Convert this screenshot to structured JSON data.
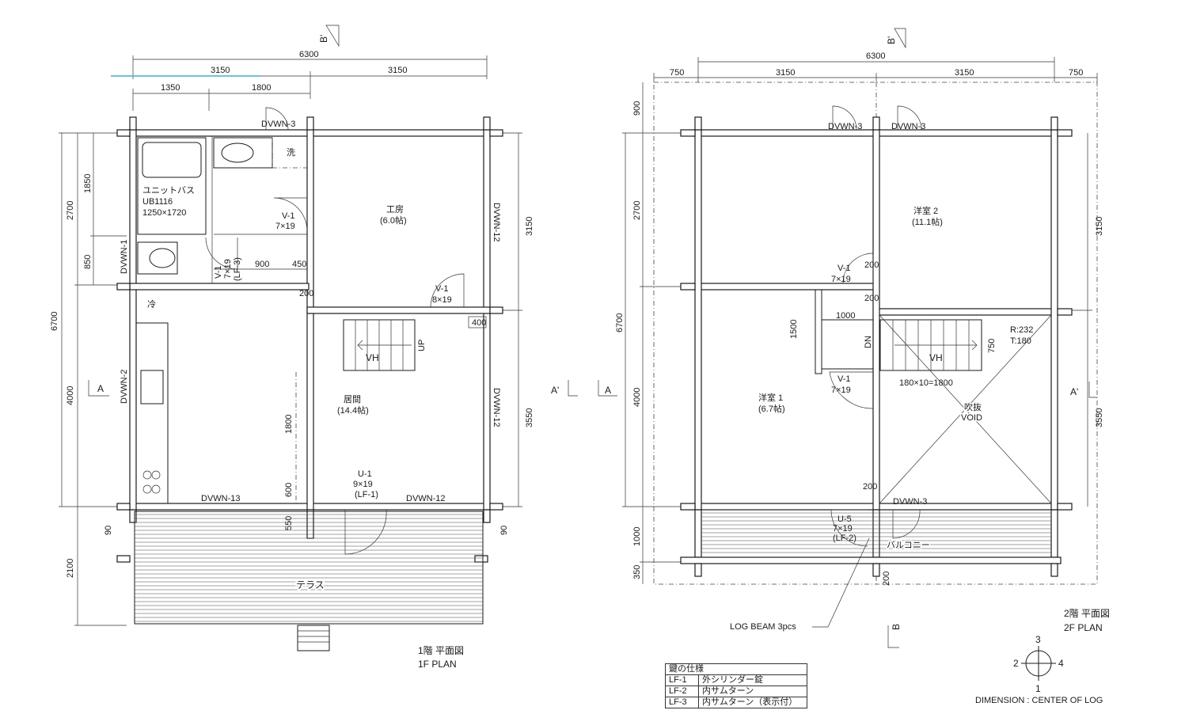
{
  "plan_1f": {
    "title": "1階 平面図",
    "subtitle": "1F PLAN",
    "dims": {
      "total_width": "6300",
      "half_left": "3150",
      "half_right": "3150",
      "sub_1350": "1350",
      "sub_1800": "1800",
      "total_depth": "6700",
      "left_2700": "2700",
      "left_1850": "1850",
      "left_850": "850",
      "left_4000": "4000",
      "left_2100": "2100",
      "right_3150": "3150",
      "right_3550": "3550",
      "d900": "900",
      "d450": "450",
      "d200": "200",
      "d400": "400",
      "d1800": "1800",
      "d600": "600",
      "d550": "550",
      "d90a": "90",
      "d90b": "90"
    },
    "rooms": {
      "unit_bath": "ユニットバス",
      "unit_bath_model": "UB1116",
      "unit_bath_size": "1250×1720",
      "wash": "洗",
      "fridge": "冷",
      "workshop": "工房",
      "workshop_size": "(6.0帖)",
      "living": "居間",
      "living_size": "(14.4帖)",
      "terrace": "テラス"
    },
    "fixtures": {
      "dvwn3": "DVWN-3",
      "dvwn1": "DVWN-1",
      "dvwn2": "DVWN-2",
      "dvwn12_upper": "DVWN-12",
      "dvwn12_lower": "DVWN-12",
      "dvwn13": "DVWN-13",
      "dvwn12_bottom": "DVWN-12",
      "v1a": "V-1",
      "v1a_size": "7×19",
      "v1b": "V-1",
      "v1b_size": "7×19",
      "v1b_key": "(LF-3)",
      "v1c": "V-1",
      "v1c_size": "8×19",
      "u1": "U-1",
      "u1_size": "9×19",
      "u1_key": "(LF-1)",
      "vh": "VH",
      "up": "UP"
    },
    "sections": {
      "a": "A",
      "a_prime": "A'",
      "b_prime": "B'"
    }
  },
  "plan_2f": {
    "title": "2階 平面図",
    "subtitle": "2F PLAN",
    "dims": {
      "total_width": "6300",
      "half_left": "3150",
      "half_right": "3150",
      "eave_left": "750",
      "eave_right": "750",
      "total_depth": "6700",
      "top_900": "900",
      "left_2700": "2700",
      "left_4000": "4000",
      "left_1000": "1000",
      "left_350": "350",
      "right_3150": "3150",
      "right_3550": "3550",
      "d200a": "200",
      "d200b": "200",
      "d200c": "200",
      "d200d": "200",
      "d1000": "1000",
      "d1500": "1500",
      "d750": "750"
    },
    "rooms": {
      "west1": "洋室 1",
      "west1_size": "(6.7帖)",
      "west2": "洋室 2",
      "west2_size": "(11.1帖)",
      "void_jp": "吹抜",
      "void_en": "VOID",
      "balcony": "バルコニー"
    },
    "fixtures": {
      "dvwn3_left": "DVWN-3",
      "dvwn3_right": "DVWN-3",
      "dvwn3_bottom": "DVWN-3",
      "v1a": "V-1",
      "v1a_size": "7×19",
      "v1b": "V-1",
      "v1b_size": "7×19",
      "u5": "U-5",
      "u5_size": "7×19",
      "u5_key": "(LF-2)",
      "vh": "VH",
      "dn": "DN",
      "stair_r": "R:232",
      "stair_t": "T:180",
      "stair_calc": "180×10=1800",
      "log_beam": "LOG BEAM 3pcs"
    },
    "sections": {
      "a": "A",
      "a_prime": "A'",
      "b": "B",
      "b_prime": "B'"
    }
  },
  "key_spec": {
    "title": "鍵の仕様",
    "rows": [
      {
        "code": "LF-1",
        "desc": "外シリンダー錠"
      },
      {
        "code": "LF-2",
        "desc": "内サムターン"
      },
      {
        "code": "LF-3",
        "desc": "内サムターン（表示付）"
      }
    ]
  },
  "compass": {
    "n1": "1",
    "n2": "2",
    "n3": "3",
    "n4": "4"
  },
  "dimension_note": "DIMENSION : CENTER OF LOG"
}
